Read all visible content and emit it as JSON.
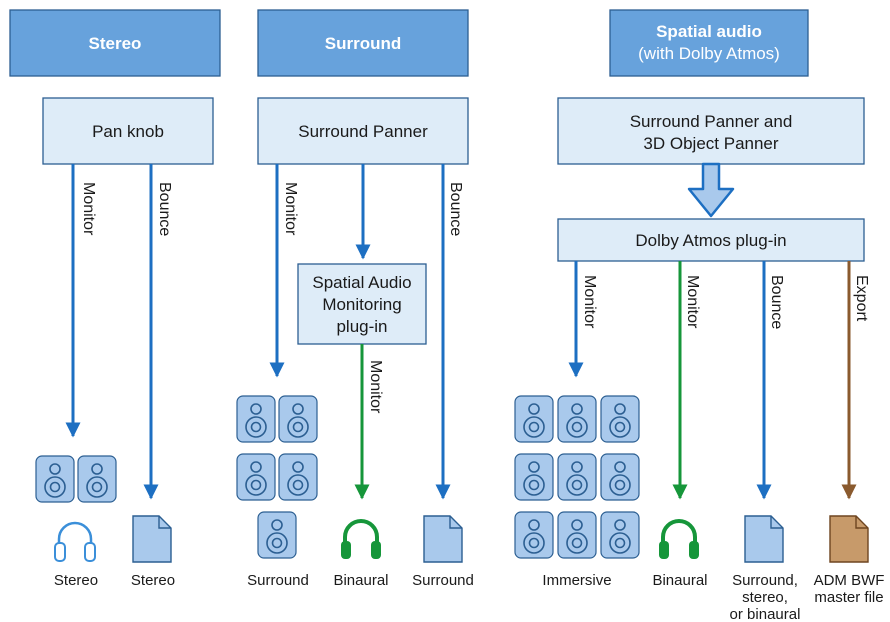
{
  "colors": {
    "header_fill": "#67a2dc",
    "box_fill": "#deecf8",
    "outline": "#2c5f92",
    "arrow_blue": "#1d6fc2",
    "arrow_green": "#16963a",
    "arrow_brown": "#8a5a2e"
  },
  "headers": {
    "stereo": "Stereo",
    "surround": "Surround",
    "spatial_title": "Spatial audio",
    "spatial_sub": "(with Dolby Atmos)"
  },
  "boxes": {
    "pan_knob": "Pan knob",
    "surround_panner": "Surround Panner",
    "spatial_monitoring": [
      "Spatial Audio",
      "Monitoring",
      "plug-in"
    ],
    "spatial_panners": [
      "Surround Panner and",
      "3D Object Panner"
    ],
    "dolby_atmos": "Dolby Atmos plug-in"
  },
  "flows": {
    "monitor": "Monitor",
    "bounce": "Bounce",
    "export": "Export"
  },
  "outputs": {
    "stereo_speakers": "Stereo",
    "stereo_file": "Stereo",
    "surround_speakers": "Surround",
    "surround_binaural": "Binaural",
    "surround_file": "Surround",
    "immersive": "Immersive",
    "spatial_binaural": "Binaural",
    "spatial_file": [
      "Surround,",
      "stereo,",
      "or binaural"
    ],
    "adm_file": [
      "ADM BWF",
      "master file"
    ]
  },
  "icons": {
    "speaker": "speaker-icon",
    "headphones": "headphones-icon",
    "document": "document-icon"
  }
}
